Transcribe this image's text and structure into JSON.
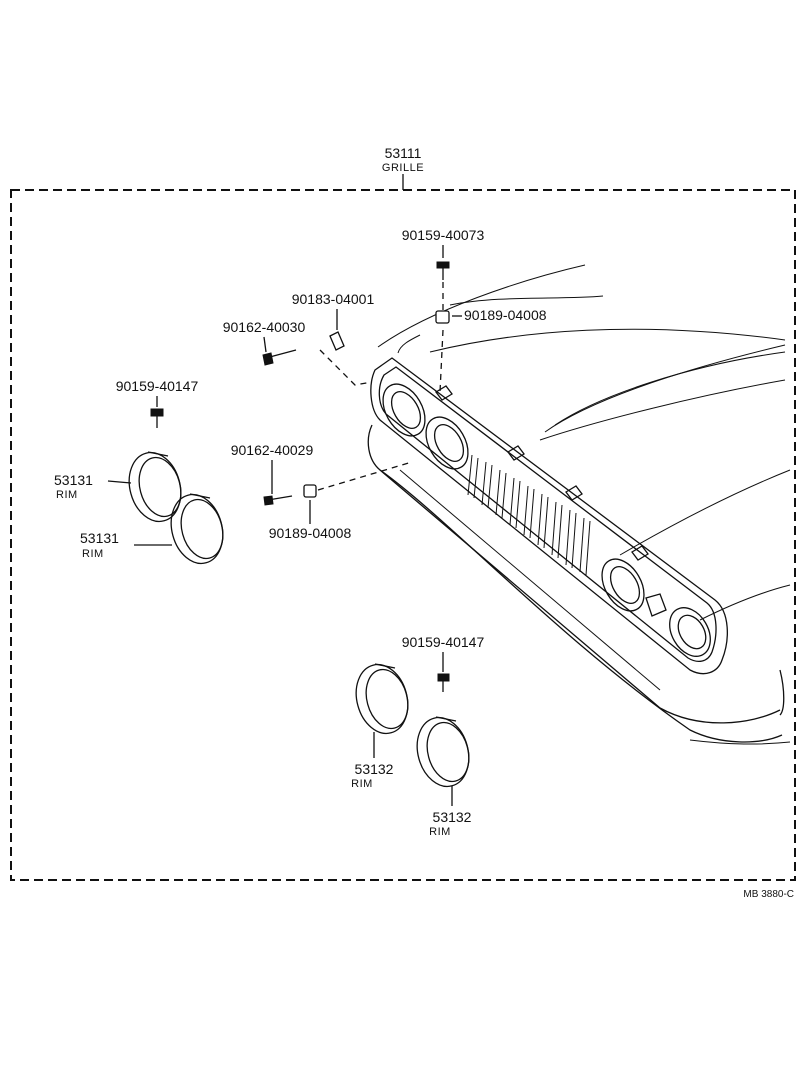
{
  "assembly": {
    "part_no": "53111",
    "name": "GRILLE"
  },
  "callouts": {
    "screw_top": "90159-40073",
    "nut_top": "90189-04008",
    "clip": "90183-04001",
    "screw_long": "90162-40030",
    "screw_left": "90159-40147",
    "screw_mid": "90162-40029",
    "nut_mid": "90189-04008",
    "screw_bottom": "90159-40147"
  },
  "rims": {
    "upper_1": {
      "part_no": "53131",
      "name": "RIM"
    },
    "upper_2": {
      "part_no": "53131",
      "name": "RIM"
    },
    "lower_1": {
      "part_no": "53132",
      "name": "RIM"
    },
    "lower_2": {
      "part_no": "53132",
      "name": "RIM"
    }
  },
  "figure_code": "MB 3880-C"
}
